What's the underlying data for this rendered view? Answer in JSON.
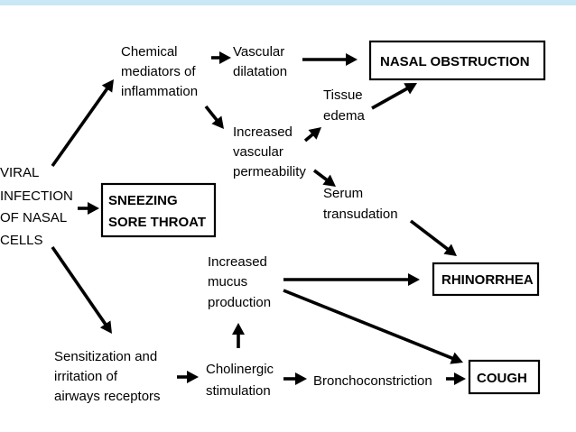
{
  "colors": {
    "top_band": "#c9e7f5",
    "ink": "#000000",
    "background": "#ffffff"
  },
  "nodes": {
    "viral_infection": [
      "VIRAL",
      "INFECTION",
      "OF NASAL",
      "CELLS"
    ],
    "chemical_mediators": [
      "Chemical",
      "mediators of",
      "inflammation"
    ],
    "vascular_dilatation": [
      "Vascular",
      "dilatation"
    ],
    "nasal_obstruction": [
      "NASAL OBSTRUCTION"
    ],
    "tissue_edema": [
      "Tissue",
      "edema"
    ],
    "increased_permeability": [
      "Increased",
      "vascular",
      "permeability"
    ],
    "serum_transudation": [
      "Serum",
      "transudation"
    ],
    "sneezing_sore_throat": [
      "SNEEZING",
      "SORE THROAT"
    ],
    "increased_mucus": [
      "Increased",
      "mucus",
      "production"
    ],
    "rhinorrhea": [
      "RHINORRHEA"
    ],
    "sensitization": [
      "Sensitization and",
      "irritation of",
      "airways receptors"
    ],
    "cholinergic": [
      "Cholinergic",
      "stimulation"
    ],
    "bronchoconstriction": [
      "Bronchoconstriction"
    ],
    "cough": [
      "COUGH"
    ]
  }
}
